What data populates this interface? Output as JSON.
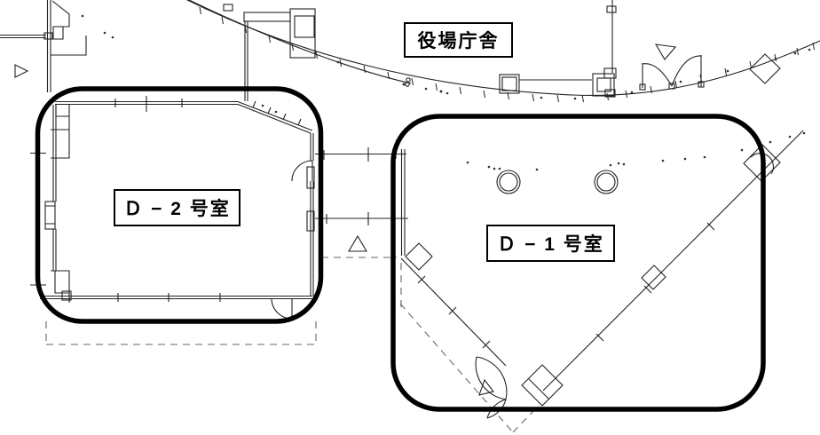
{
  "plan": {
    "building_label": "役場庁舎",
    "rooms": [
      {
        "id": "D-2",
        "label": "Ｄ − 2 号室"
      },
      {
        "id": "D-1",
        "label": "Ｄ − 1 号室"
      }
    ]
  },
  "colors": {
    "line": "#222222",
    "bold_outline": "#000000",
    "dashed": "#666666",
    "background": "#ffffff",
    "label_text": "#000000"
  }
}
